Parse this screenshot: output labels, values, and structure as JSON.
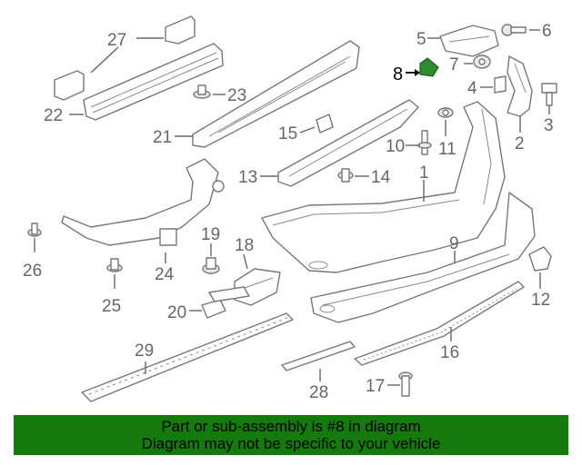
{
  "diagram": {
    "highlight_color": "#2e8b2e",
    "callouts": [
      "1",
      "2",
      "3",
      "4",
      "5",
      "6",
      "7",
      "8",
      "9",
      "10",
      "11",
      "12",
      "13",
      "14",
      "15",
      "16",
      "17",
      "18",
      "19",
      "20",
      "21",
      "22",
      "23",
      "24",
      "25",
      "26",
      "27",
      "28",
      "29"
    ],
    "highlighted_callout": "8"
  },
  "banner": {
    "line1": "Part or sub-assembly is #8 in diagram",
    "line2": "Diagram may not be specific to your vehicle",
    "background": "#147a0c"
  }
}
